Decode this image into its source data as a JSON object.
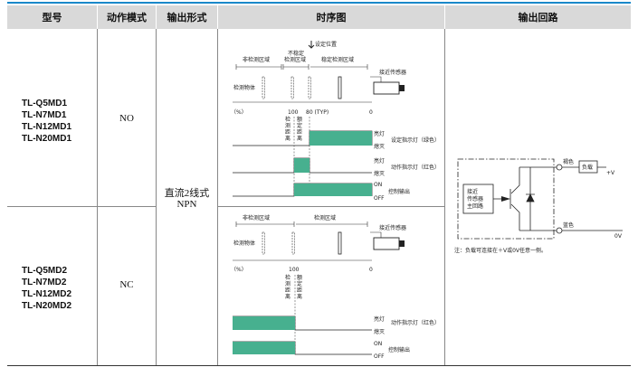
{
  "table": {
    "headers": [
      "型号",
      "动作模式",
      "输出形式",
      "时序图",
      "输出回路"
    ],
    "rows": [
      {
        "models": [
          "TL-Q5MD1",
          "TL-N7MD1",
          "TL-N12MD1",
          "TL-N20MD1"
        ],
        "mode": "NO"
      },
      {
        "models": [
          "TL-Q5MD2",
          "TL-N7MD2",
          "TL-N12MD2",
          "TL-N20MD2"
        ],
        "mode": "NC"
      }
    ],
    "output_type": [
      "直流2线式",
      "NPN"
    ]
  },
  "timing_no": {
    "setpos": "设定位置",
    "zone_non": "非检测区域",
    "zone_unstable": [
      "不稳定",
      "检测区域"
    ],
    "zone_stable": "稳定检测区域",
    "sensor": "接近传感器",
    "target": "检测物体",
    "pct": "（%）",
    "t100": "100",
    "t80": "80 (TYP)",
    "t0": "0",
    "dist": [
      "检",
      "测",
      "距",
      "离"
    ],
    "set": [
      "额",
      "定",
      "距",
      "离"
    ],
    "on_light": "亮灯",
    "off_light": "熄灭",
    "set_ind": "设定指示灯（绿色）",
    "act_ind": "动作指示灯（红色）",
    "on": "ON",
    "off": "OFF",
    "ctrl": "控制输出"
  },
  "timing_nc": {
    "zone_non": "非检测区域",
    "zone_det": "检测区域",
    "sensor": "接近传感器",
    "target": "检测物体",
    "pct": "（%）",
    "t100": "100",
    "t0": "0",
    "dist": [
      "检",
      "测",
      "距",
      "离"
    ],
    "set": [
      "额",
      "定",
      "距",
      "离"
    ],
    "on_light": "亮灯",
    "off_light": "熄灭",
    "act_ind": "动作指示灯（红色）",
    "on": "ON",
    "off": "OFF",
    "ctrl": "控制输出"
  },
  "circuit": {
    "brown": "褐色",
    "load": "负载",
    "plus": "+V",
    "blue": "蓝色",
    "zero": "0V",
    "main": [
      "接近",
      "传感器",
      "主回路"
    ],
    "note": "注：负载可连接在＋V或0V任意一侧。"
  },
  "colors": {
    "header_bg": "#d9d9d9",
    "accent": "#1a88c9",
    "fill": "#47b08f"
  }
}
